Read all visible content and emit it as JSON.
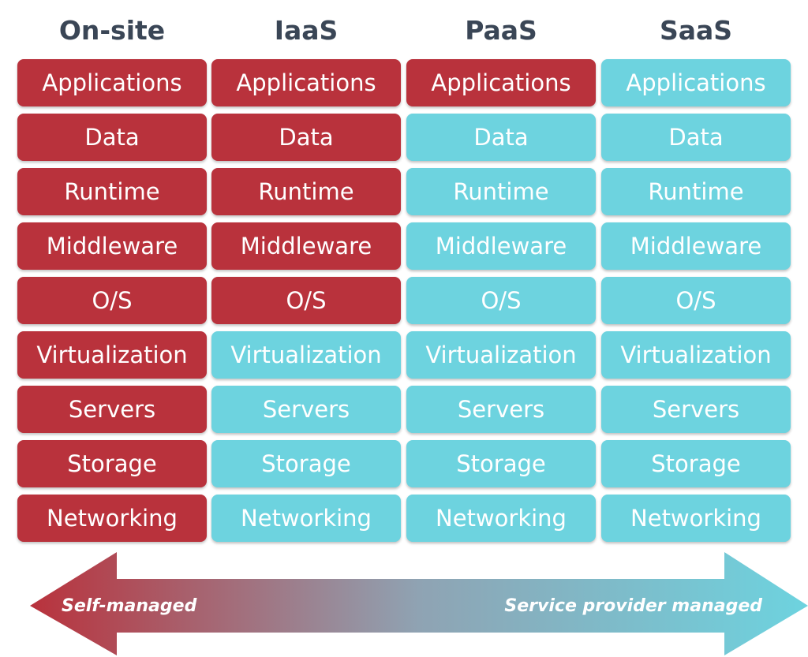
{
  "columns": [
    {
      "label": "On-site",
      "managed": [
        "self",
        "self",
        "self",
        "self",
        "self",
        "self",
        "self",
        "self",
        "self"
      ]
    },
    {
      "label": "IaaS",
      "managed": [
        "self",
        "self",
        "self",
        "self",
        "self",
        "provider",
        "provider",
        "provider",
        "provider"
      ]
    },
    {
      "label": "PaaS",
      "managed": [
        "self",
        "provider",
        "provider",
        "provider",
        "provider",
        "provider",
        "provider",
        "provider",
        "provider"
      ]
    },
    {
      "label": "SaaS",
      "managed": [
        "provider",
        "provider",
        "provider",
        "provider",
        "provider",
        "provider",
        "provider",
        "provider",
        "provider"
      ]
    }
  ],
  "rows": [
    "Applications",
    "Data",
    "Runtime",
    "Middleware",
    "O/S",
    "Virtualization",
    "Servers",
    "Storage",
    "Networking"
  ],
  "arrow": {
    "left_label": "Self-managed",
    "right_label": "Service provider managed"
  },
  "colors": {
    "self_managed": "#b9323c",
    "provider_managed": "#6dd3df",
    "arrow_mid": "#8fa3b3",
    "header_text": "#3a4656"
  }
}
